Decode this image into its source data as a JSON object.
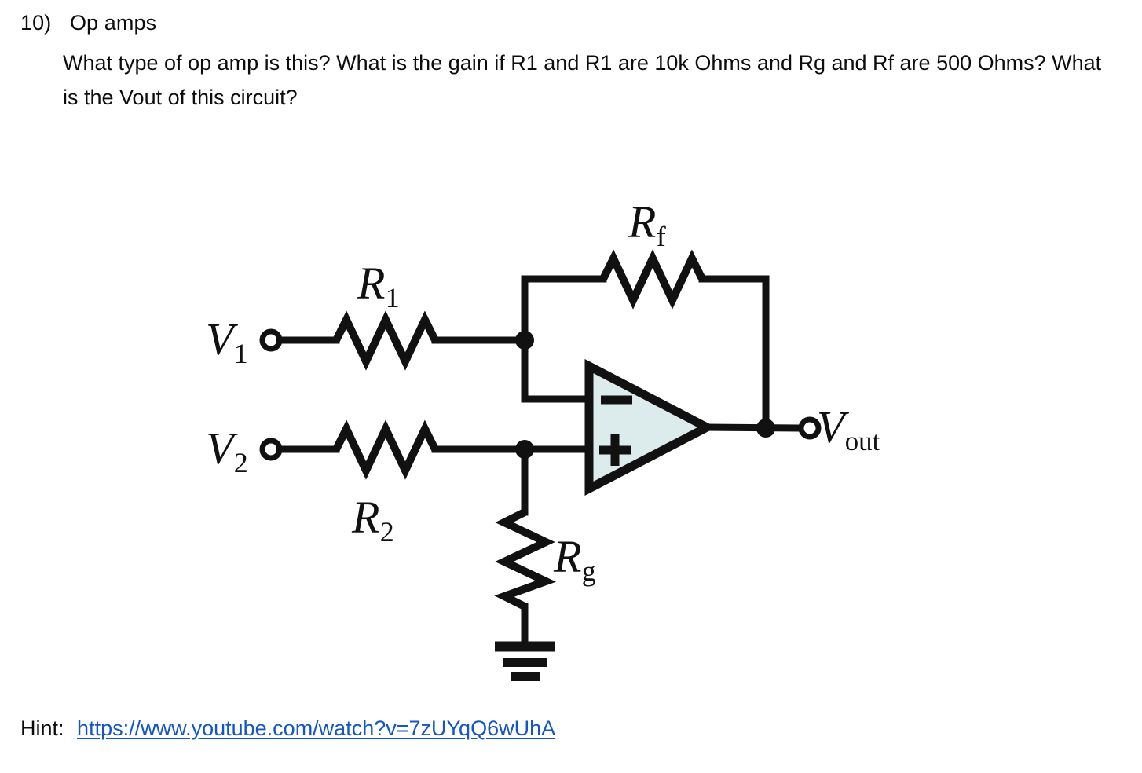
{
  "question": {
    "number_label": "10)",
    "title": "Op amps",
    "body": "What type of op amp is this? What is the gain if R1 and R1 are 10k Ohms and Rg and Rf are 500 Ohms? What is the Vout of this circuit?"
  },
  "hint": {
    "prefix": "Hint:",
    "url_text": "https://www.youtube.com/watch?v=7zUYqQ6wUhA",
    "link_color": "#1456c4"
  },
  "circuit": {
    "title": "difference-amplifier-op-amp-schematic",
    "colors": {
      "wire": "#111111",
      "opamp_fill": "#dcebec",
      "background": "#ffffff"
    },
    "labels": {
      "R1": {
        "base": "R",
        "sub": "1"
      },
      "R2": {
        "base": "R",
        "sub": "2"
      },
      "Rf": {
        "base": "R",
        "sub": "f"
      },
      "Rg": {
        "base": "R",
        "sub": "g"
      },
      "V1": {
        "base": "V",
        "sub": "1"
      },
      "V2": {
        "base": "V",
        "sub": "2"
      },
      "Vout": {
        "base": "V",
        "sub": "out"
      }
    },
    "opamp": {
      "inverting_sign": "−",
      "noninverting_sign": "+"
    },
    "components": [
      {
        "id": "R1",
        "type": "resistor",
        "orientation": "horizontal",
        "connects": "V1 terminal to inverting node"
      },
      {
        "id": "R2",
        "type": "resistor",
        "orientation": "horizontal",
        "connects": "V2 terminal to non-inverting node"
      },
      {
        "id": "Rf",
        "type": "resistor",
        "orientation": "horizontal",
        "connects": "inverting node to output node (feedback)"
      },
      {
        "id": "Rg",
        "type": "resistor",
        "orientation": "vertical",
        "connects": "non-inverting node to ground"
      },
      {
        "id": "GND",
        "type": "ground",
        "orientation": "vertical",
        "connects": "bottom of Rg"
      },
      {
        "id": "U1",
        "type": "opamp",
        "orientation": "right",
        "connects": "inverting and non-inverting inputs to Vout"
      }
    ]
  }
}
